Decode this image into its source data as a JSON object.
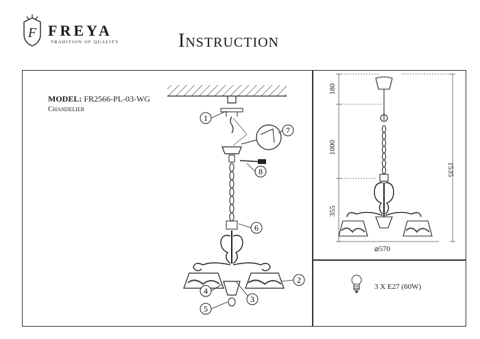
{
  "brand": {
    "name": "FREYA",
    "tagline": "TRADITION OF QUALITY",
    "monogram": "F"
  },
  "title": "Instruction",
  "model": {
    "label": "MODEL:",
    "code": "FR2566-PL-03-WG",
    "type": "Chandelier"
  },
  "callouts": [
    "1",
    "2",
    "3",
    "4",
    "5",
    "6",
    "7",
    "8"
  ],
  "dimensions": {
    "canopy_height": "180",
    "chain_length": "1000",
    "body_height": "355",
    "total_height": "1535",
    "diameter": "⌀570"
  },
  "lamp_spec": "3 X E27 (60W)",
  "icons": [
    "freya-logo-icon",
    "light-bulb-icon"
  ]
}
